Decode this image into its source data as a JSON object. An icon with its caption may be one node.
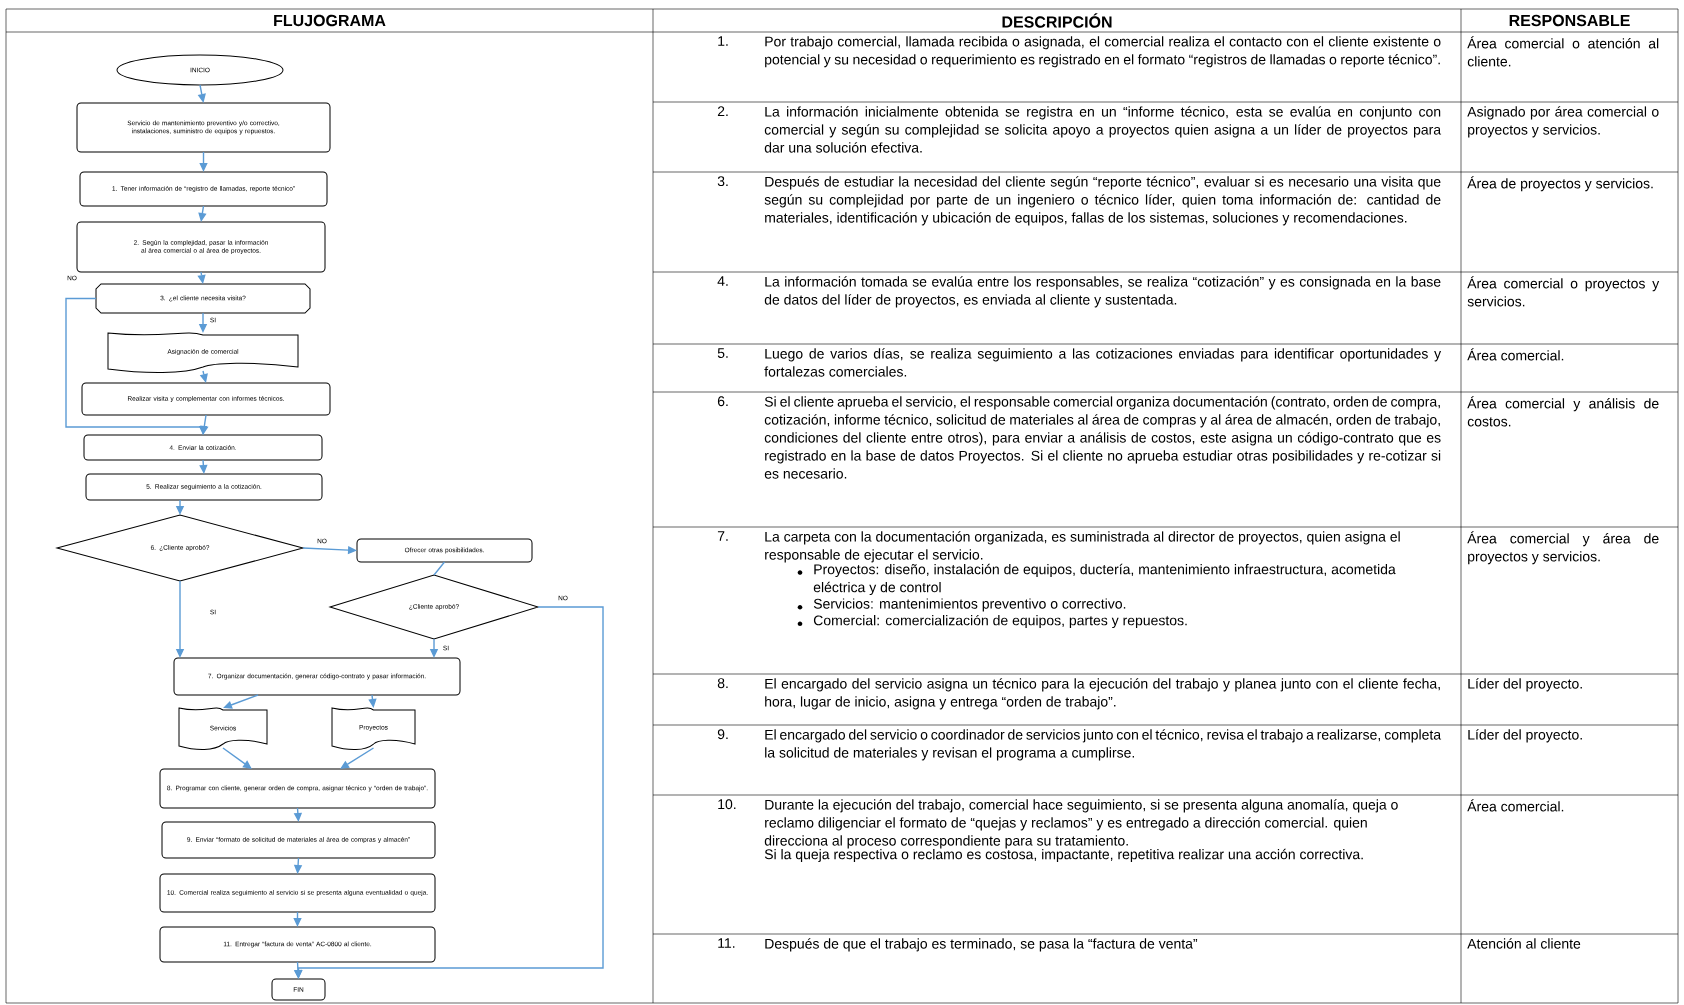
{
  "diagram": {
    "nodes": [
      {
        "text": [
          "INICIO"
        ]
      },
      {
        "text": [
          "Servicio de mantenimiento preventivo y/o correctivo, instalaciones, suministro de equipos y repuestos."
        ]
      },
      {
        "text": [
          "1. Tener información de “registro de llamadas, reporte técnico”"
        ]
      },
      {
        "text": [
          "2. Según la complejidad, pasar la información al área comercial o al área de proyectos."
        ]
      },
      {
        "text": [
          "3. ¿el cliente necesita visita?"
        ]
      },
      {
        "text": [
          "Asignación de comercial"
        ]
      },
      {
        "text": [
          "Realizar visita y complementar con informes técnicos."
        ]
      },
      {
        "text": [
          "4. Enviar la cotización."
        ]
      },
      {
        "text": [
          "5. Realizar seguimiento a la cotización."
        ]
      },
      {
        "text": [
          "6. ¿Cliente aprobó?"
        ]
      },
      {
        "text": [
          "Ofrecer otras posibilidades."
        ]
      },
      {
        "text": [
          "¿Cliente aprobó?"
        ]
      },
      {
        "text": [
          "7. Organizar documentación, generar código-contrato y pasar información."
        ]
      },
      {
        "text": [
          "Servicios"
        ]
      },
      {
        "text": [
          "Proyectos"
        ]
      },
      {
        "text": [
          "8. Programar con cliente, generar orden de compra, asignar técnico y “orden de trabajo”."
        ]
      },
      {
        "text": [
          "9. Enviar “formato de solicitud de materiales al área de compras y almacén”"
        ]
      },
      {
        "text": [
          "10. Comercial realiza seguimiento al servicio si se presenta alguna eventualidad o queja."
        ]
      },
      {
        "text": [
          "11. Entregar “factura de venta” AC-0800 al cliente."
        ]
      },
      {
        "text": [
          "FIN"
        ]
      }
    ],
    "edges": [
      {
        "from": 0,
        "to": 1,
        "arrow": "to"
      },
      {
        "from": 1,
        "to": 2,
        "arrow": "to"
      },
      {
        "from": 2,
        "to": 3,
        "arrow": "to"
      },
      {
        "from": 3,
        "to": 4,
        "arrow": "to"
      },
      {
        "from": 4,
        "to": 5,
        "arrow": "to",
        "label": "SI"
      },
      {
        "from": 5,
        "to": 6,
        "arrow": "to"
      },
      {
        "from": 6,
        "to": 7,
        "arrow": "to"
      },
      {
        "from": 4,
        "to": 7,
        "arrow": "to",
        "label": "NO"
      },
      {
        "from": 7,
        "to": 8,
        "arrow": "to"
      },
      {
        "from": 8,
        "to": 9,
        "arrow": "to"
      },
      {
        "from": 9,
        "to": 10,
        "arrow": "to",
        "label": "NO"
      },
      {
        "from": 9,
        "to": 12,
        "arrow": "to",
        "label": "SI"
      },
      {
        "from": 10,
        "to": 11,
        "arrow": "none"
      },
      {
        "from": 11,
        "to": 12,
        "arrow": "to",
        "label": "SI"
      },
      {
        "from": 11,
        "to": 19,
        "arrow": "to",
        "label": "NO"
      },
      {
        "from": 12,
        "to": 13,
        "arrow": "to"
      },
      {
        "from": 12,
        "to": 14,
        "arrow": "to"
      },
      {
        "from": 13,
        "to": 15,
        "arrow": "to"
      },
      {
        "from": 14,
        "to": 15,
        "arrow": "to"
      },
      {
        "from": 15,
        "to": 16,
        "arrow": "to"
      },
      {
        "from": 16,
        "to": 17,
        "arrow": "to"
      },
      {
        "from": 17,
        "to": 18,
        "arrow": "to"
      },
      {
        "from": 18,
        "to": 19,
        "arrow": "to"
      }
    ],
    "labels": [
      "FLUJOGRAMA",
      "DESCRIPCIÓN",
      "RESPONSABLE",
      "1.",
      "Por trabajo comercial, llamada recibida o asignada, el comercial realiza el contacto con el cliente existente o potencial y su necesidad o requerimiento es registrado en el formato “registros de llamadas o reporte técnico”.",
      "Área comercial o atención al cliente.",
      "2.",
      "La información inicialmente obtenida se registra en un “informe técnico, esta se evalúa en conjunto con comercial y según su complejidad se solicita apoyo a proyectos quien asigna a un líder de proyectos para dar una solución efectiva.",
      "Asignado por área comercial o proyectos y servicios.",
      "3.",
      "Después de estudiar la necesidad del cliente según “reporte técnico”, evaluar si es necesario una visita que según su complejidad por parte de un ingeniero o técnico líder, quien toma información de: cantidad de materiales, identificación y ubicación de equipos, fallas de los sistemas, soluciones y recomendaciones.",
      "Área de proyectos y servicios.",
      "4.",
      "La información tomada se evalúa entre los responsables, se realiza “cotización” y es consignada en la base de datos del líder de proyectos, es enviada al cliente y sustentada.",
      "Área comercial o proyectos y servicios.",
      "5.",
      "Luego de varios días, se realiza seguimiento a las cotizaciones enviadas para identificar oportunidades y fortalezas comerciales.",
      "Área comercial.",
      "6.",
      "Si el cliente aprueba el servicio, el responsable comercial organiza documentación (contrato, orden de compra, cotización, informe técnico, solicitud de materiales al área de compras y al área de almacén, orden de trabajo, condiciones del cliente entre otros), para enviar a análisis de costos, este asigna un código-contrato que es registrado en la base de datos Proyectos. Si el cliente no aprueba estudiar otras posibilidades y re-cotizar si es necesario.",
      "Área comercial y análisis de costos.",
      "7.",
      "La carpeta con la documentación organizada, es suministrada al director de proyectos, quien asigna el responsable de ejecutar el servicio.",
      "Proyectos: diseño, instalación de equipos, ductería, mantenimiento infraestructura, acometida eléctrica y de control",
      "Servicios: mantenimientos preventivo o correctivo.",
      "Comercial: comercialización de equipos, partes y repuestos.",
      "Área comercial y área de proyectos y servicios.",
      "8.",
      "El encargado del servicio asigna un técnico para la ejecución del trabajo y planea junto con el cliente fecha, hora, lugar de inicio, asigna y entrega “orden de trabajo”.",
      "Líder del proyecto.",
      "9.",
      "El encargado del servicio o coordinador de servicios junto con el técnico, revisa el trabajo a realizarse, completa la solicitud de materiales y revisan el programa a cumplirse.",
      "Líder del proyecto.",
      "10.",
      "Durante la ejecución del trabajo, comercial hace seguimiento, si se presenta alguna anomalía, queja o reclamo diligenciar el formato de “quejas y reclamos” y es entregado a dirección comercial. quien direcciona al proceso correspondiente para su tratamiento.",
      "Si la queja respectiva o reclamo es costosa, impactante, repetitiva realizar una acción correctiva.",
      "Área comercial.",
      "11.",
      "Después de que el trabajo es terminado, se pasa la “factura de venta”",
      "Atención al cliente"
    ]
  }
}
